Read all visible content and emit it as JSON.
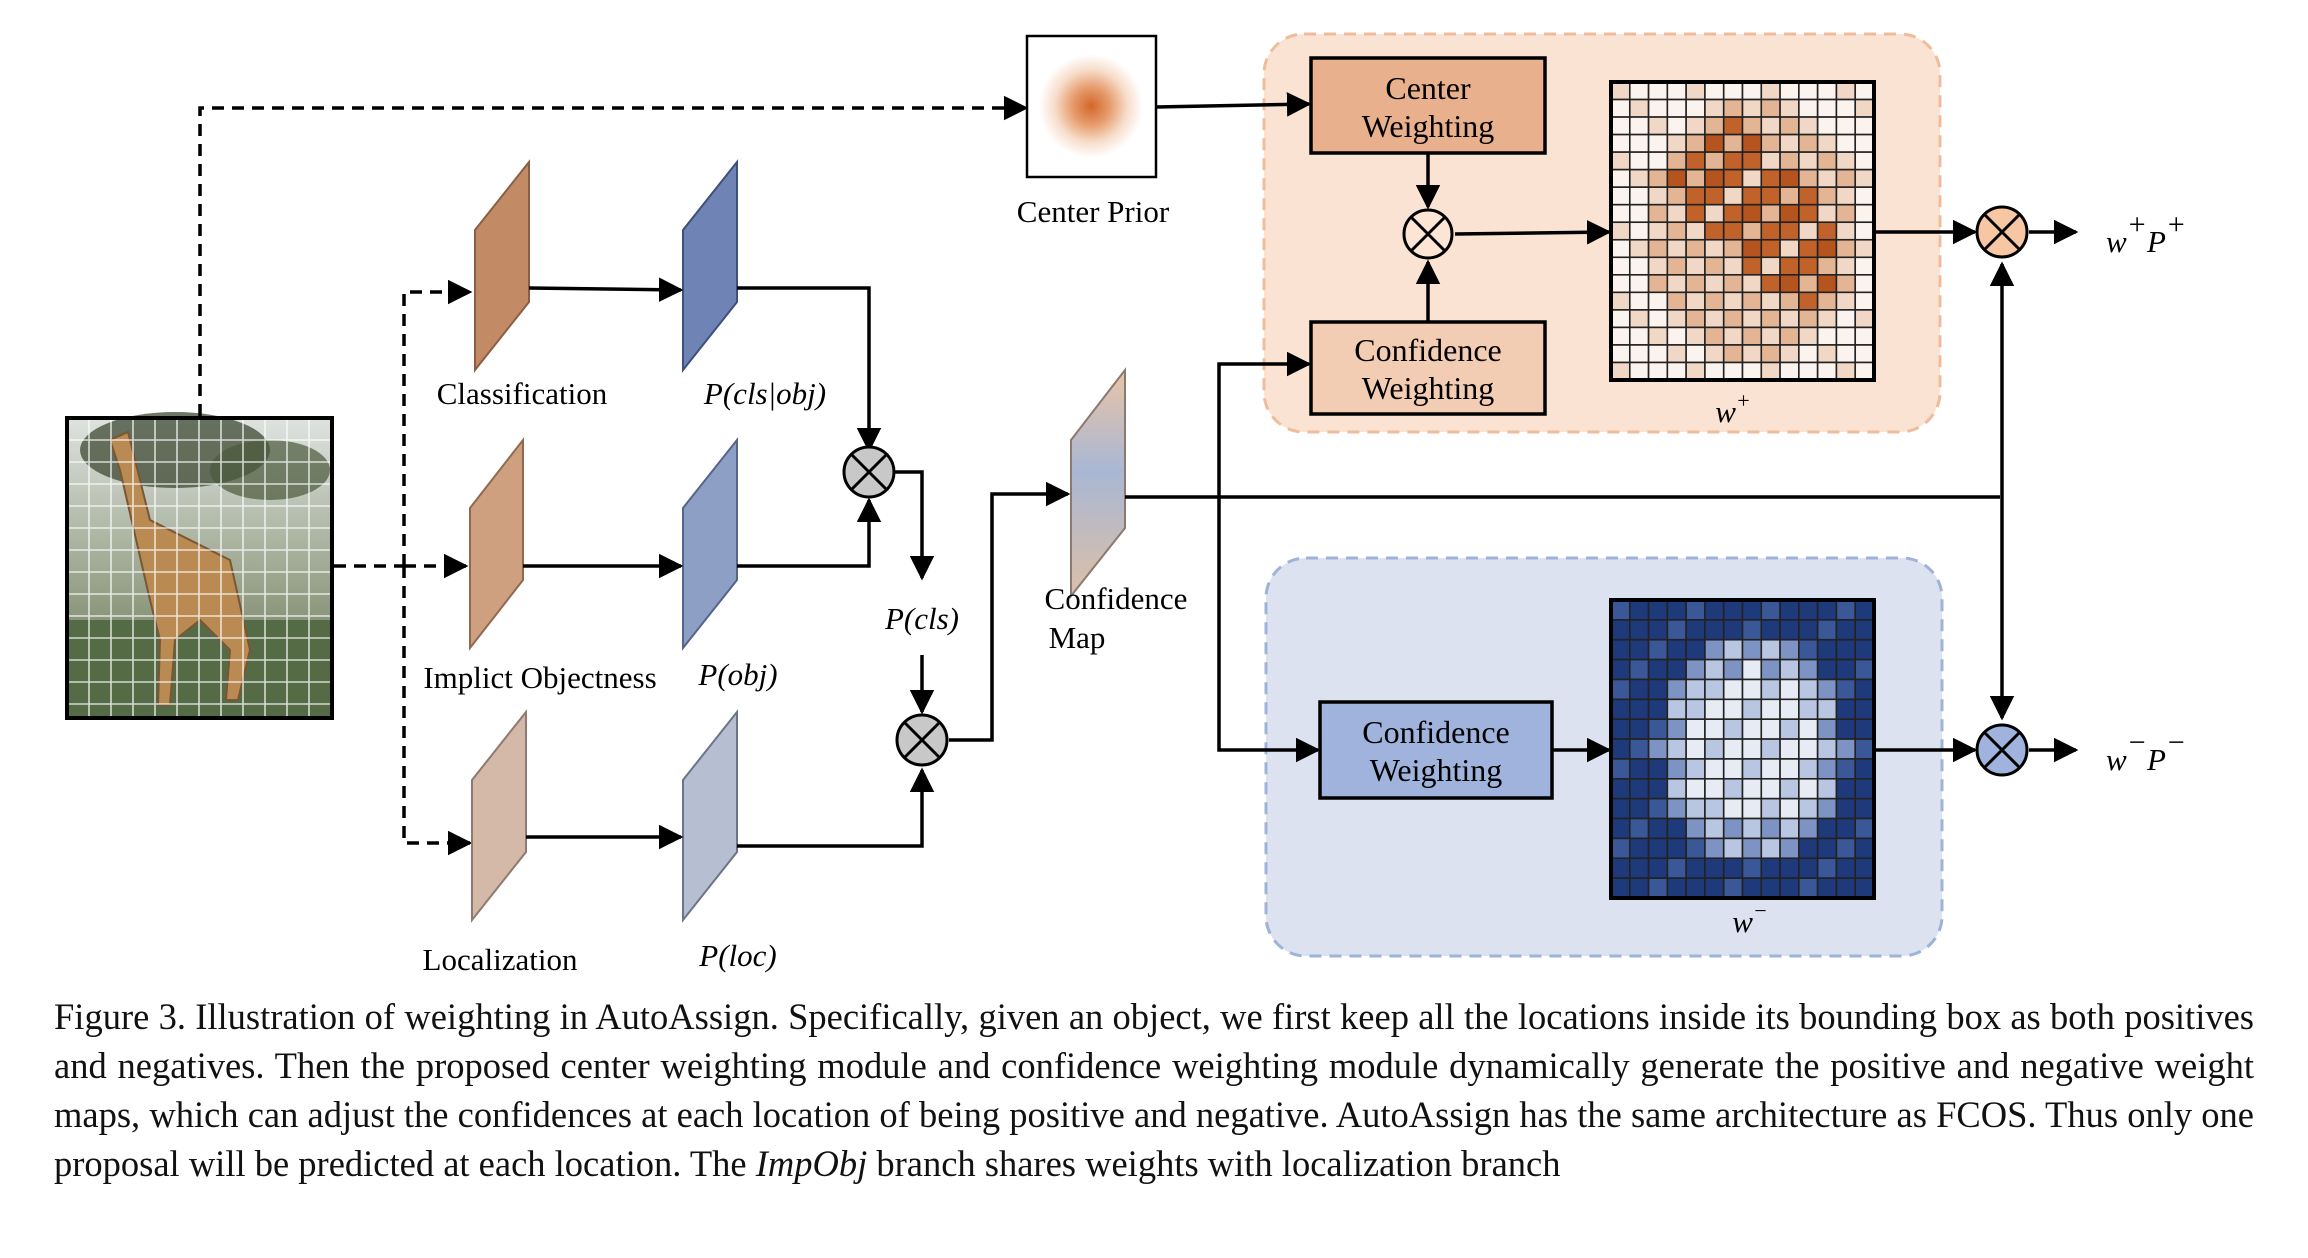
{
  "labels": {
    "center_prior": "Center Prior",
    "classification": "Classification",
    "implicit_objectness": "Implict Objectness",
    "localization": "Localization",
    "p_cls_obj": "P(cls|obj)",
    "p_obj": "P(obj)",
    "p_loc": "P(loc)",
    "p_cls": "P(cls)",
    "confidence_map_line1": "Confidence",
    "confidence_map_line2": "Map",
    "center_weighting_line1": "Center",
    "center_weighting_line2": "Weighting",
    "confidence_weighting_line1": "Confidence",
    "confidence_weighting_line2": "Weighting",
    "w_plus": "w",
    "w_plus_sup": "+",
    "w_minus": "w",
    "w_minus_sup": "−",
    "out_pos_w": "w",
    "out_pos_w_sup": "+",
    "out_pos_p": "P",
    "out_pos_p_sup": "+",
    "out_neg_w": "w",
    "out_neg_w_sup": "−",
    "out_neg_p": "P",
    "out_neg_p_sup": "−"
  },
  "caption": {
    "part1": "Figure 3. Illustration of weighting in AutoAssign. Specifically, given an object, we first keep all the locations inside its bounding box as both positives and negatives. Then the proposed center weighting module and confidence weighting module dynamically generate the positive and negative weight maps, which can adjust the confidences at each location of being positive and negative. AutoAssign has the same architecture as FCOS. Thus only one proposal will be predicted at each location. The ",
    "italic": "ImpObj",
    "part2": " branch shares weights with localization branch"
  },
  "colors": {
    "positive_region": "#fbe3d3",
    "negative_region": "#dce2ef",
    "center_box": "#e8b08d",
    "confidence_box_pos": "#f3cdb3",
    "confidence_box_neg": "#9fb3dd",
    "cls_feature": "#c38a66",
    "obj_feature": "#cfa07f",
    "loc_feature": "#d4b8a8",
    "pcls_obj_feature": "#6f84b4",
    "pobj_feature": "#8e9fc6",
    "ploc_feature": "#b6bfd2"
  },
  "icons": [
    "giraffe-image",
    "center-prior-heatmap",
    "multiply-icon",
    "weight-map-grid"
  ]
}
